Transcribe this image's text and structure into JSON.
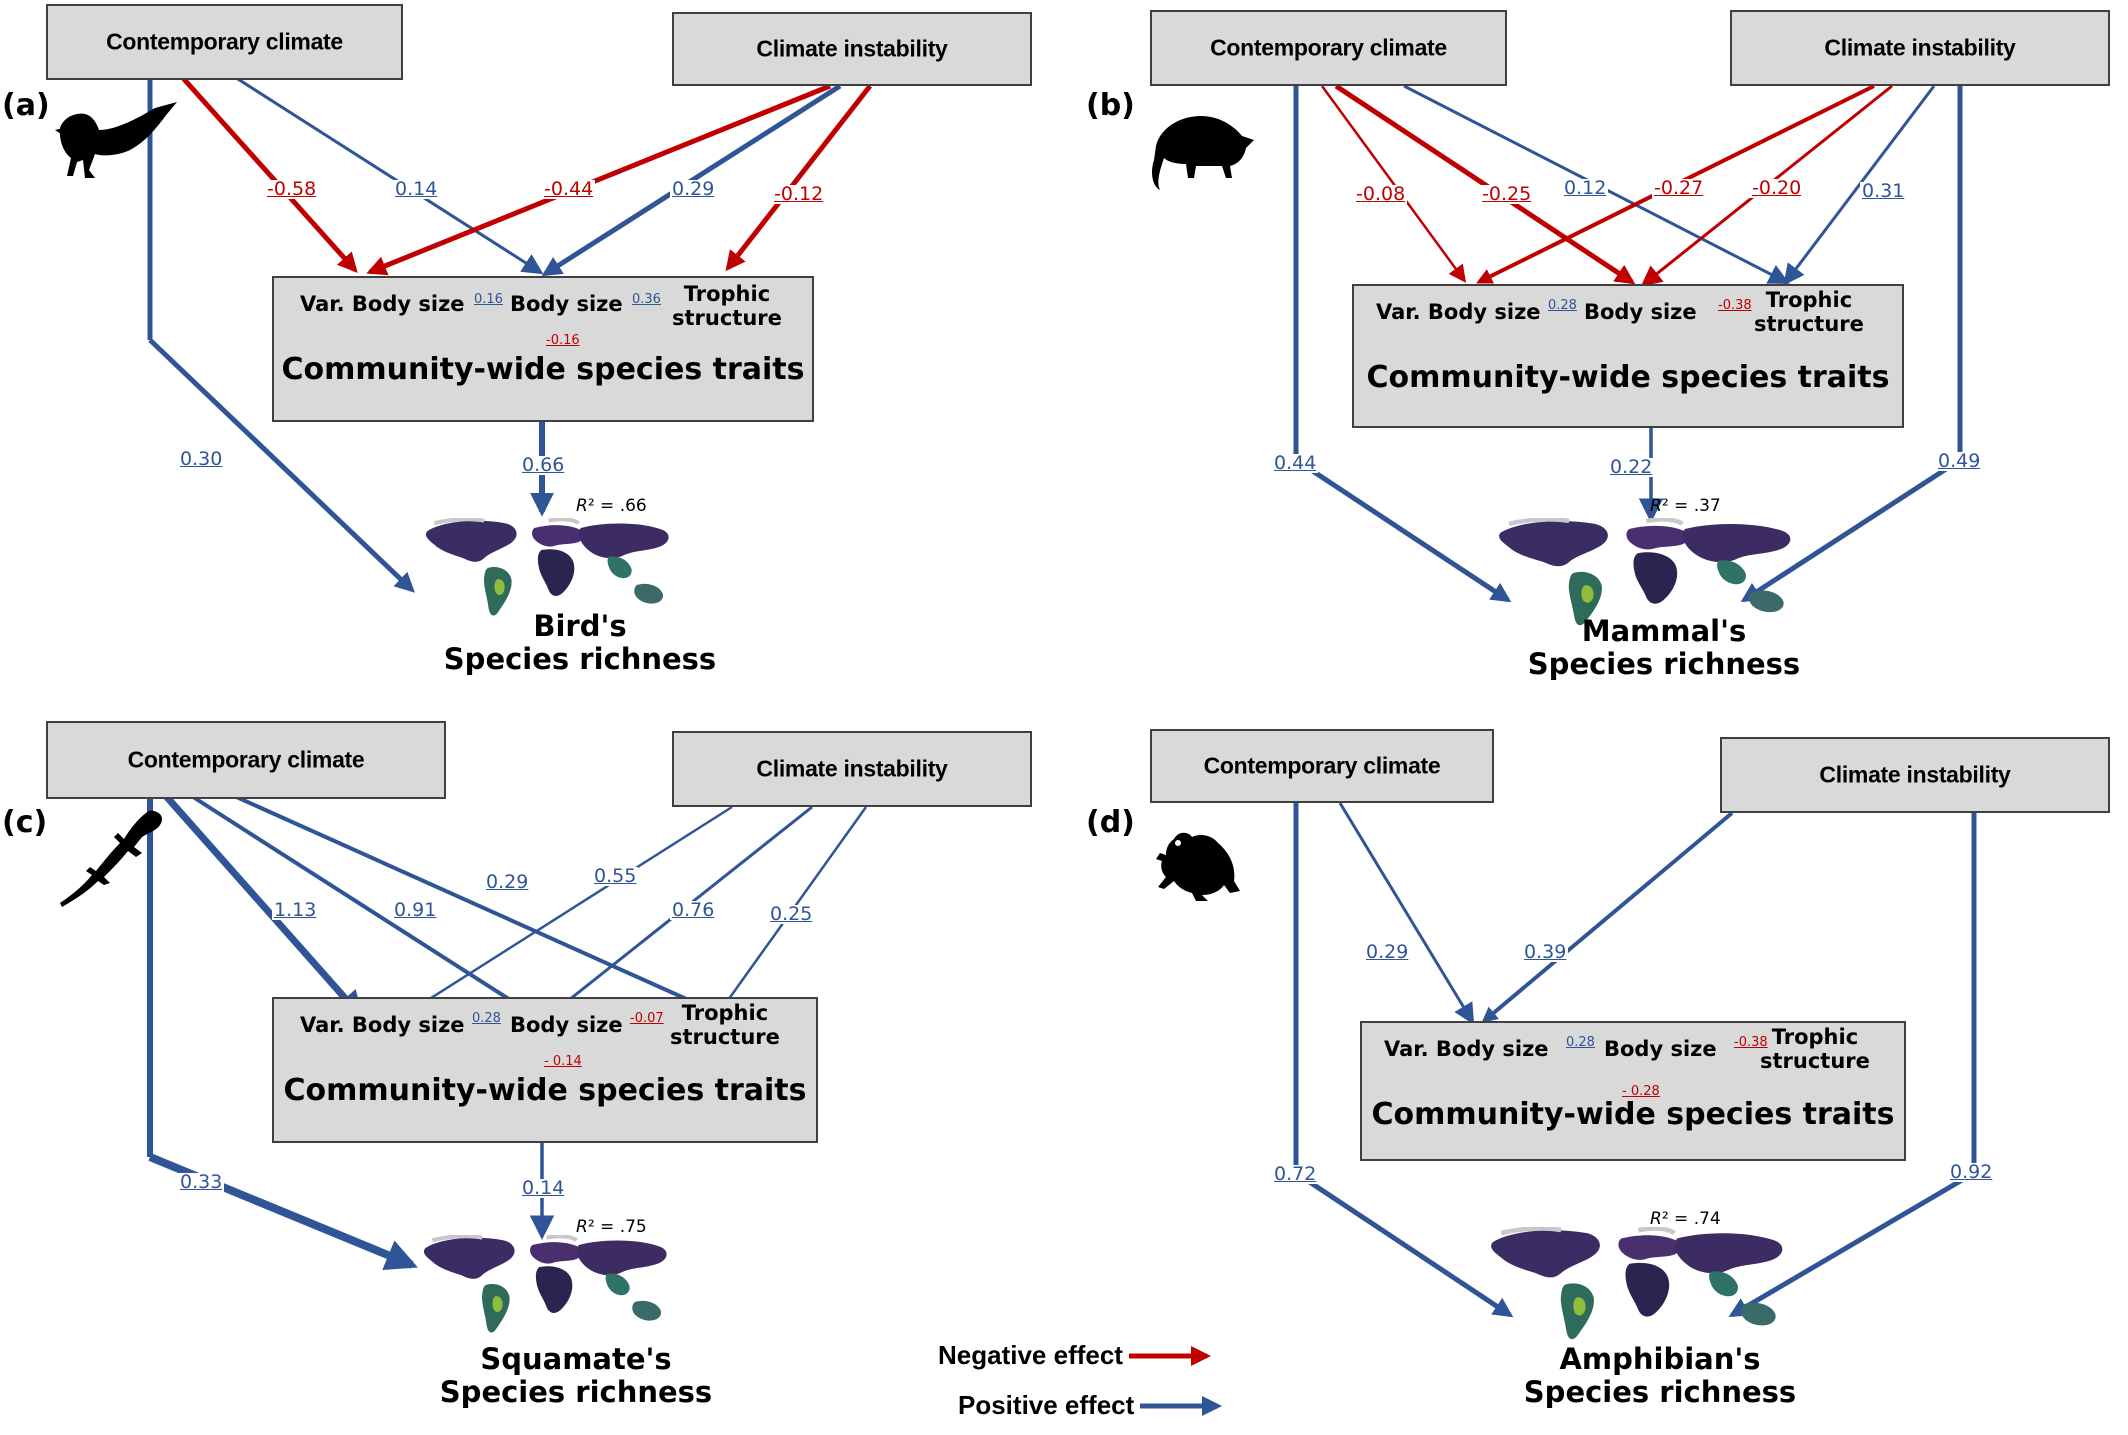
{
  "boxes": {
    "contemporary": "Contemporary climate",
    "instability": "Climate instability",
    "traits_title": "Community-wide species traits",
    "var_body": "Var. Body size",
    "body": "Body size",
    "trophic_1": "Trophic",
    "trophic_2": "structure",
    "richness_2": "Species richness"
  },
  "panels": [
    {
      "id": "a",
      "label": "(a)",
      "silhouette": "bird-icon",
      "richness_1": "Bird's",
      "r2": ".66",
      "coef": {
        "cc_cw": "-0.58",
        "cc_bs": "0.14",
        "ci_cw": "-0.44",
        "ci_bs": "0.29",
        "ci_tr": "-0.12",
        "traits_rich": "0.66",
        "cc_rich": "0.30",
        "vb_bs": "0.16",
        "bs_tr": "0.36",
        "vb_tr": "-0.16"
      }
    },
    {
      "id": "b",
      "label": "(b)",
      "silhouette": "mammal-icon",
      "richness_1": "Mammal's",
      "r2": ".37",
      "coef": {
        "cc_vb": "-0.08",
        "cc_bs": "-0.25",
        "cc_tr": "0.12",
        "ci_vb": "-0.27",
        "ci_bs": "-0.20",
        "ci_tr": "0.31",
        "traits_rich": "0.22",
        "cc_rich": "0.44",
        "ci_rich": "0.49",
        "vb_bs": "0.28",
        "bs_tr": "-0.38"
      }
    },
    {
      "id": "c",
      "label": "(c)",
      "silhouette": "lizard-icon",
      "richness_1": "Squamate's",
      "r2": ".75",
      "coef": {
        "cc_vb": "1.13",
        "cc_bs": "0.91",
        "cc_tr": "0.29",
        "ci_vb": "0.55",
        "ci_bs": "0.76",
        "ci_tr": "0.25",
        "traits_rich": "0.14",
        "cc_rich": "0.33",
        "vb_bs": "0.28",
        "bs_tr": "-0.07",
        "vb_tr": "- 0.14"
      }
    },
    {
      "id": "d",
      "label": "(d)",
      "silhouette": "frog-icon",
      "richness_1": "Amphibian's",
      "r2": ".74",
      "coef": {
        "cc_vb": "0.29",
        "ci_vb": "0.39",
        "cc_rich": "0.72",
        "ci_rich": "0.92",
        "vb_bs": "0.28",
        "bs_tr": "-0.38",
        "vb_tr": "- 0.28"
      }
    }
  ],
  "legend": {
    "negative": "Negative effect",
    "positive": "Positive effect"
  },
  "colors": {
    "negative": "#c00000",
    "positive": "#2f5597",
    "box_fill": "#d9d9d9"
  }
}
